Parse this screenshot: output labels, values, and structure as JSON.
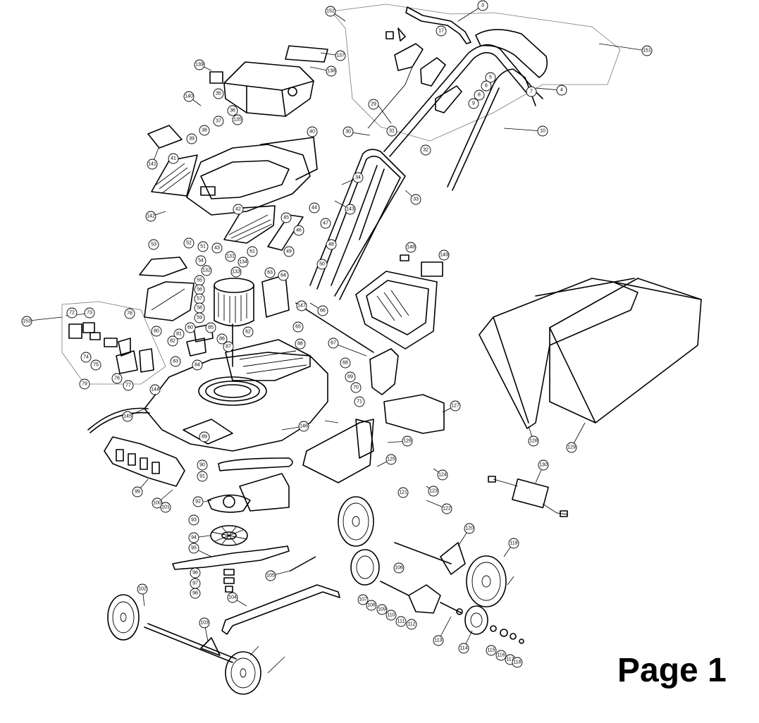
{
  "page_label": "Page 1",
  "callouts": [
    "3",
    "4",
    "5",
    "6",
    "7",
    "8",
    "9",
    "10",
    "17",
    "29",
    "30",
    "31",
    "32",
    "33",
    "34",
    "35",
    "36",
    "37",
    "38",
    "39",
    "40",
    "41",
    "42",
    "43",
    "44",
    "45",
    "46",
    "47",
    "48",
    "49",
    "50",
    "51",
    "52",
    "53",
    "54",
    "55",
    "56",
    "57",
    "58",
    "59",
    "60",
    "61",
    "62",
    "63",
    "64",
    "65",
    "66",
    "67",
    "68",
    "69",
    "70",
    "71",
    "72",
    "73",
    "74",
    "75",
    "76",
    "77",
    "78",
    "79",
    "80",
    "81",
    "82",
    "83",
    "84",
    "85",
    "86",
    "87",
    "88",
    "89",
    "90",
    "91",
    "92",
    "93",
    "94",
    "95",
    "96",
    "97",
    "98",
    "99",
    "100",
    "101",
    "102",
    "103",
    "104",
    "105",
    "106",
    "107",
    "108",
    "109",
    "110",
    "111",
    "112",
    "113",
    "114",
    "115",
    "116",
    "117",
    "118",
    "119",
    "120",
    "121",
    "122",
    "123",
    "124",
    "125",
    "126",
    "127",
    "128",
    "129",
    "130",
    "131",
    "132",
    "133",
    "134",
    "135",
    "137",
    "138",
    "139",
    "140",
    "141",
    "142",
    "143",
    "144",
    "145",
    "146",
    "147",
    "148",
    "149",
    "151",
    "152",
    "153"
  ]
}
